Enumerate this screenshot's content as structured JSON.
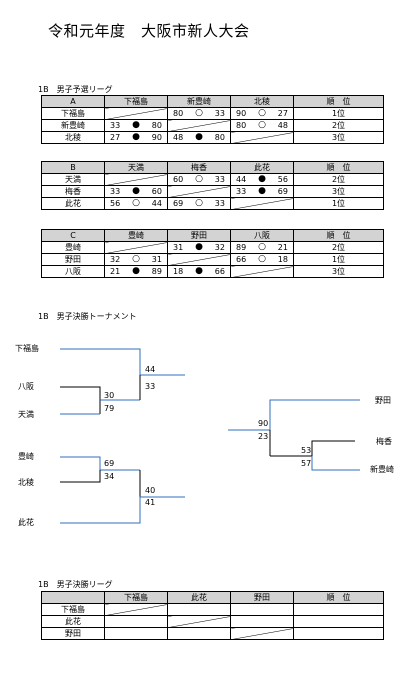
{
  "title": "令和元年度　大阪市新人大会",
  "prelim_title": "1B　男子予選リーグ",
  "tournament_title": "1B　男子決勝トーナメント",
  "final_title": "1B　男子決勝リーグ",
  "rank_header": "順　位",
  "groups": [
    {
      "name": "A",
      "teams": [
        "下福島",
        "新豊崎",
        "北稜"
      ],
      "results": [
        [
          null,
          {
            "l": "80",
            "m": "○",
            "r": "33"
          },
          {
            "l": "90",
            "m": "○",
            "r": "27"
          }
        ],
        [
          {
            "l": "33",
            "m": "●",
            "r": "80"
          },
          null,
          {
            "l": "80",
            "m": "○",
            "r": "48"
          }
        ],
        [
          {
            "l": "27",
            "m": "●",
            "r": "90"
          },
          {
            "l": "48",
            "m": "●",
            "r": "80"
          },
          null
        ]
      ],
      "ranks": [
        "1位",
        "2位",
        "3位"
      ]
    },
    {
      "name": "B",
      "teams": [
        "天満",
        "梅香",
        "此花"
      ],
      "results": [
        [
          null,
          {
            "l": "60",
            "m": "○",
            "r": "33"
          },
          {
            "l": "44",
            "m": "●",
            "r": "56"
          }
        ],
        [
          {
            "l": "33",
            "m": "●",
            "r": "60"
          },
          null,
          {
            "l": "33",
            "m": "●",
            "r": "69"
          }
        ],
        [
          {
            "l": "56",
            "m": "○",
            "r": "44"
          },
          {
            "l": "69",
            "m": "○",
            "r": "33"
          },
          null
        ]
      ],
      "ranks": [
        "2位",
        "3位",
        "1位"
      ]
    },
    {
      "name": "C",
      "teams": [
        "豊崎",
        "野田",
        "八阪"
      ],
      "results": [
        [
          null,
          {
            "l": "31",
            "m": "●",
            "r": "32"
          },
          {
            "l": "89",
            "m": "○",
            "r": "21"
          }
        ],
        [
          {
            "l": "32",
            "m": "○",
            "r": "31"
          },
          null,
          {
            "l": "66",
            "m": "○",
            "r": "18"
          }
        ],
        [
          {
            "l": "21",
            "m": "●",
            "r": "89"
          },
          {
            "l": "18",
            "m": "●",
            "r": "66"
          },
          null
        ]
      ],
      "ranks": [
        "2位",
        "1位",
        "3位"
      ]
    }
  ],
  "tournament": {
    "teams": [
      "下福島",
      "八阪",
      "天満",
      "豊崎",
      "北稜",
      "此花"
    ],
    "right_teams": [
      "野田",
      "梅香",
      "新豊崎"
    ],
    "scores": {
      "r1_top": "30",
      "r1_bottom": "79",
      "r1b_top": "69",
      "r1b_bottom": "34",
      "sf1_top": "44",
      "sf1_bottom": "33",
      "sf2_top": "40",
      "sf2_bottom": "41",
      "rq_top": "53",
      "rq_bottom": "57",
      "rf_top": "90",
      "rf_bottom": "23"
    }
  },
  "final": {
    "teams": [
      "下福島",
      "此花",
      "野田"
    ],
    "ranks": [
      "",
      "",
      ""
    ]
  },
  "colors": {
    "winner_line": "#2f6fbf",
    "header_bg": "#d3d3d3"
  }
}
